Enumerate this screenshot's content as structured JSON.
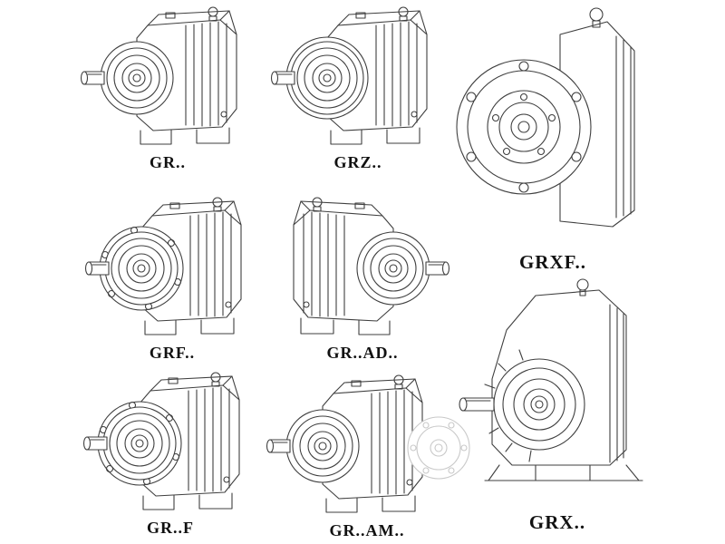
{
  "page": {
    "background": "#ffffff",
    "line_color": "#3f3f3f",
    "ghost_line_color": "#c9c9c9"
  },
  "figures": [
    {
      "id": "gr",
      "label": "GR.."
    },
    {
      "id": "grz",
      "label": "GRZ.."
    },
    {
      "id": "grxf",
      "label": "GRXF.."
    },
    {
      "id": "grf",
      "label": "GRF.."
    },
    {
      "id": "gr-ad",
      "label": "GR..AD.."
    },
    {
      "id": "gr-f",
      "label": "GR..F"
    },
    {
      "id": "gr-am",
      "label": "GR..AM.."
    },
    {
      "id": "grx",
      "label": "GRX.."
    }
  ]
}
